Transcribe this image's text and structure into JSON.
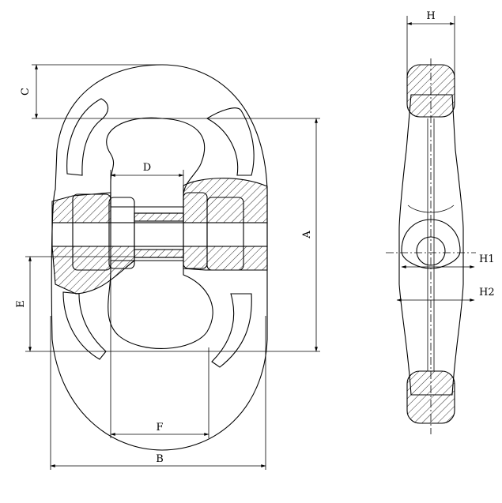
{
  "labels": {
    "A": "A",
    "B": "B",
    "C": "C",
    "D": "D",
    "E": "E",
    "F": "F",
    "H": "H",
    "H1": "H1",
    "H2": "H2"
  }
}
